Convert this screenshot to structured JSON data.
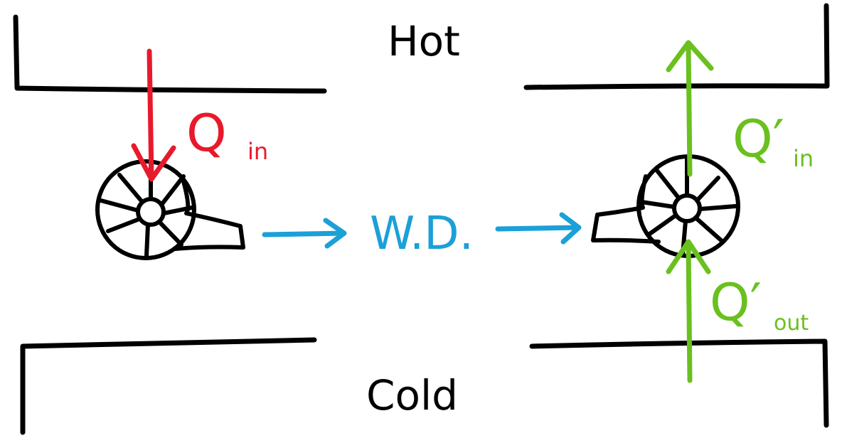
{
  "labels": {
    "hot": "Hot",
    "cold": "Cold",
    "heat_in_engine": "Q",
    "heat_in_engine_sub": "in",
    "work_done": "W.D.",
    "heat_in_pump": "Q′",
    "heat_in_pump_sub": "in",
    "heat_out_pump": "Q′",
    "heat_out_pump_sub": "out"
  },
  "colors": {
    "ink": "#000000",
    "heat_in": "#e8192c",
    "work": "#1ba0d8",
    "pump_heat": "#6ac01f"
  }
}
